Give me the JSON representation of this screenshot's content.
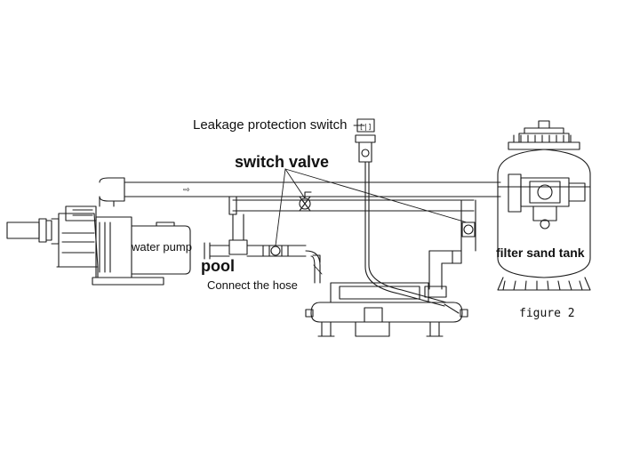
{
  "diagram": {
    "labels": {
      "leakage_switch": "Leakage protection switch",
      "switch_valve": "switch valve",
      "water_pump": "water pump",
      "filter_sand_tank": "filter sand tank",
      "pool": "pool",
      "connect_hose": "Connect the hose",
      "figure": "figure 2"
    },
    "switch_panel_glyph": "[|]",
    "flow_arrow_glyph": "⇨",
    "line_color": "#1a1a1a",
    "background": "#ffffff"
  }
}
